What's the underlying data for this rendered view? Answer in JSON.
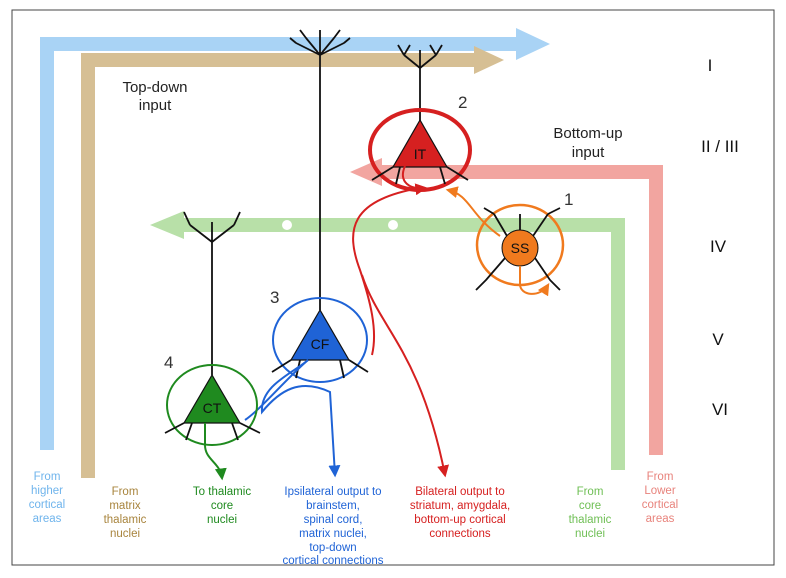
{
  "layers": [
    "I",
    "II / III",
    "IV",
    "V",
    "VI"
  ],
  "inputs": {
    "top_down": [
      "Top-down",
      "input"
    ],
    "bottom_up": [
      "Bottom-up",
      "input"
    ]
  },
  "neurons": {
    "it": {
      "label": "IT",
      "number": "2",
      "color": "#d62020"
    },
    "ss": {
      "label": "SS",
      "number": "1",
      "color": "#f07a1e"
    },
    "cf": {
      "label": "CF",
      "number": "3",
      "color": "#1f63d6"
    },
    "ct": {
      "label": "CT",
      "number": "4",
      "color": "#1f8a1f"
    }
  },
  "sources": {
    "higher": [
      "From",
      "higher",
      "cortical",
      "areas"
    ],
    "matrix": [
      "From",
      "matrix",
      "thalamic",
      "nuclei"
    ],
    "core": [
      "From",
      "core",
      "thalamic",
      "nuclei"
    ],
    "lower": [
      "From",
      "Lower",
      "cortical",
      "areas"
    ]
  },
  "outputs": {
    "thalamic": [
      "To thalamic",
      "core",
      "nuclei"
    ],
    "ipsilateral": [
      "Ipsilateral output to",
      "brainstem,",
      "spinal cord,",
      "matrix nuclei,",
      "top-down",
      "cortical connections"
    ],
    "bilateral": [
      "Bilateral output to",
      "striatum, amygdala,",
      "bottom-up cortical",
      "connections"
    ]
  },
  "colors": {
    "blue_path": "#a9d3f5",
    "tan_path": "#d6bf94",
    "green_path": "#b8e0a8",
    "pink_path": "#f2a5a0",
    "blue_text": "#6fb4ec",
    "tan_text": "#a8843d",
    "green_text": "#6fbf55",
    "pink_text": "#e8837c",
    "red_text": "#d62020",
    "blue_out": "#1f63d6",
    "green_out": "#1f8a1f"
  }
}
